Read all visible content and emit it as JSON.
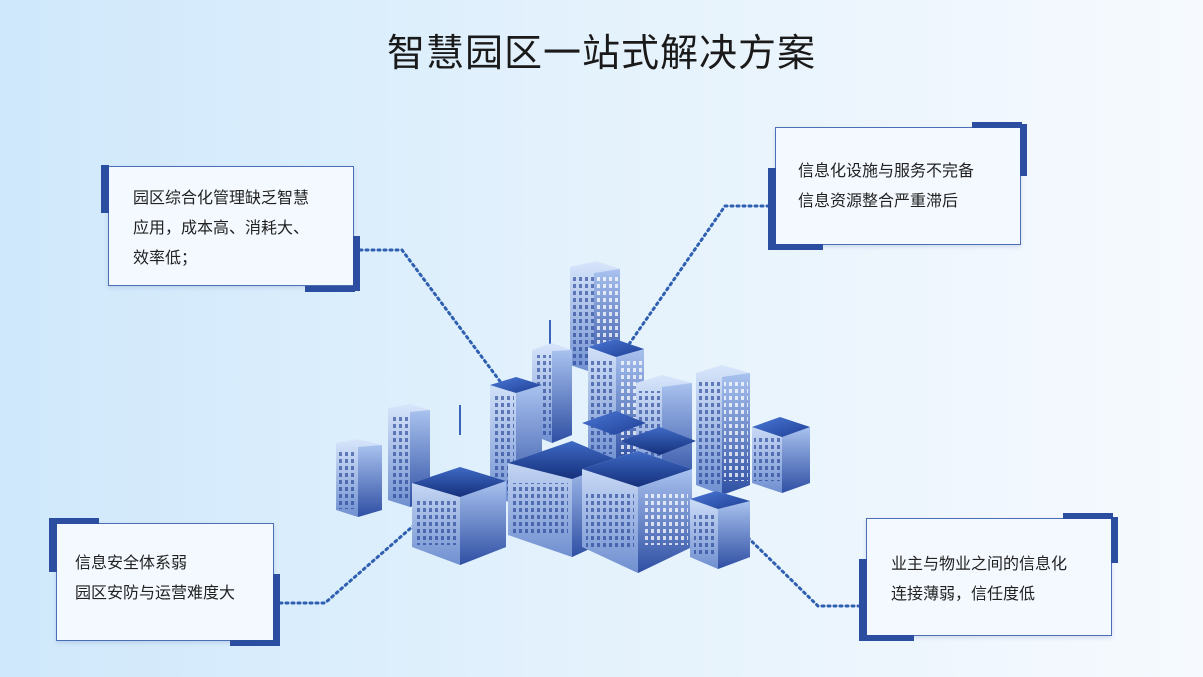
{
  "title": "智慧园区一站式解决方案",
  "colors": {
    "accent": "#2c4ea1",
    "card_border": "#4a6fb5",
    "dots": "#2f5fb0"
  },
  "cards": [
    {
      "lines": [
        "园区综合化管理缺乏智慧",
        "应用，成本高、消耗大、",
        "效率低；"
      ]
    },
    {
      "lines": [
        "信息化设施与服务不完备",
        "信息资源整合严重滞后"
      ]
    },
    {
      "lines": [
        "信息安全体系弱",
        "园区安防与运营难度大"
      ]
    },
    {
      "lines": [
        "业主与物业之间的信息化",
        "连接薄弱，信任度低"
      ]
    }
  ],
  "illustration": {
    "name": "isometric-city-buildings"
  }
}
